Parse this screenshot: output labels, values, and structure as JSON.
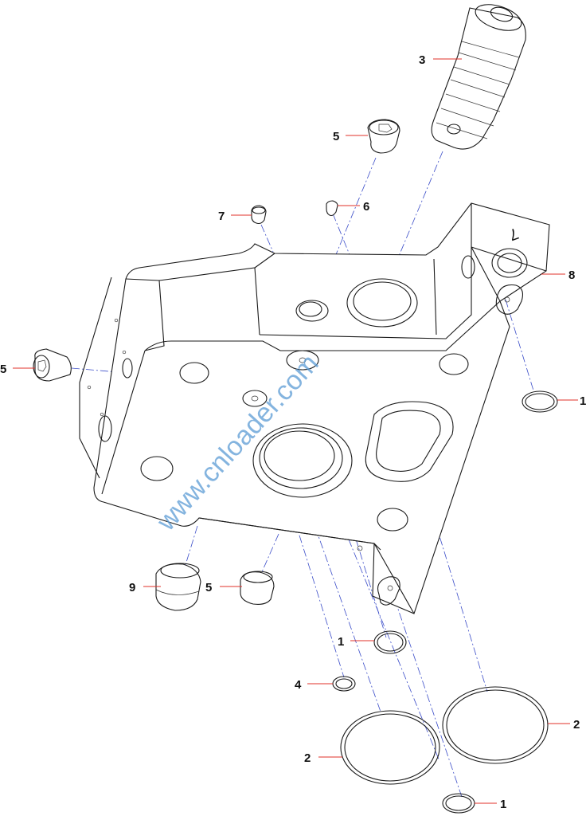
{
  "watermark": "www.cnloader.com",
  "block_marking": "7",
  "callouts": [
    {
      "id": "c-3",
      "label": "3"
    },
    {
      "id": "c-5a",
      "label": "5"
    },
    {
      "id": "c-7",
      "label": "7"
    },
    {
      "id": "c-6",
      "label": "6"
    },
    {
      "id": "c-8",
      "label": "8"
    },
    {
      "id": "c-5b",
      "label": "5"
    },
    {
      "id": "c-1a",
      "label": "1"
    },
    {
      "id": "c-9",
      "label": "9"
    },
    {
      "id": "c-5c",
      "label": "5"
    },
    {
      "id": "c-1b",
      "label": "1"
    },
    {
      "id": "c-4",
      "label": "4"
    },
    {
      "id": "c-2a",
      "label": "2"
    },
    {
      "id": "c-2b",
      "label": "2"
    },
    {
      "id": "c-1c",
      "label": "1"
    }
  ]
}
